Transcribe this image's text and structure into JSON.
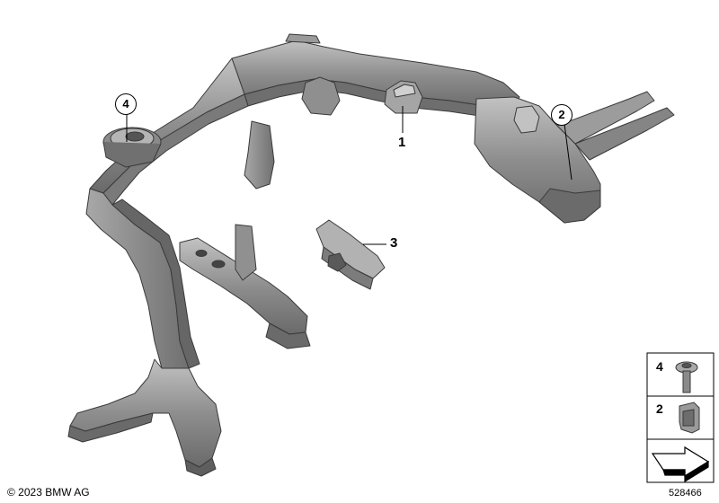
{
  "callouts": {
    "part1": "1",
    "part2": "2",
    "part3": "3",
    "part4": "4"
  },
  "legend": {
    "item1": "4",
    "item2": "2"
  },
  "footer": {
    "copyright": "© 2023 BMW AG",
    "diagram_number": "528466"
  },
  "colors": {
    "part_fill": "#8c8c8c",
    "part_light": "#b8b8b8",
    "part_dark": "#5e5e5e",
    "outline": "#3a3a3a"
  },
  "icons": {
    "screw": "torx-screw-icon",
    "clip": "spring-clip-icon",
    "arrow": "navigation-arrow-icon"
  }
}
